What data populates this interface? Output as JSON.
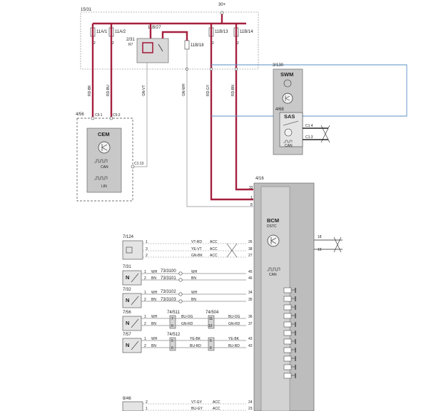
{
  "power": {
    "supply": "30+"
  },
  "fuse_box": {
    "code": "15/31",
    "fuses": [
      "11A/1",
      "11A/2",
      "11B/13",
      "11B/14",
      "11B/18"
    ],
    "relay": {
      "code": "2/31",
      "sub": "R7",
      "ref": "11B/27"
    }
  },
  "wires_top": [
    "RD-BK",
    "RD-BU",
    "GN-VT",
    "GN-WH",
    "RD-GY",
    "RD-BN"
  ],
  "cem": {
    "id": "4/56",
    "title": "CEM",
    "pins": [
      "C5:1",
      "C5:2",
      "C1:13"
    ],
    "bus_can": "CAN",
    "bus_lin": "LIN"
  },
  "swm": {
    "id": "3/130",
    "title": "SWM"
  },
  "sas": {
    "id": "4/68",
    "title": "SAS",
    "pins": [
      "C1:4",
      "C1:3"
    ],
    "bus": "CAN"
  },
  "bcm": {
    "id": "4/16",
    "title": "BCM",
    "sub": "DSTC",
    "bus": "CAN",
    "top_pins": [
      "32",
      "1",
      "8"
    ],
    "right_pins": [
      "18",
      "19"
    ]
  },
  "sensor_7_124": {
    "id": "7/124",
    "rows": [
      {
        "pin": "1",
        "color": "VT-RD",
        "tag": "ACC",
        "bcm": "26"
      },
      {
        "pin": "3",
        "color": "YE-VT",
        "tag": "ACC",
        "bcm": "38"
      },
      {
        "pin": "2",
        "color": "GN-BK",
        "tag": "ACC",
        "bcm": "27"
      }
    ]
  },
  "sensor_7_31": {
    "id": "7/31",
    "glyph": "N",
    "rows": [
      {
        "pin": "1",
        "color": "WH",
        "ref": "73/3100",
        "color2": "WH",
        "bcm": "45"
      },
      {
        "pin": "2",
        "color": "BN",
        "ref": "73/3101",
        "color2": "BN",
        "bcm": "46"
      }
    ]
  },
  "sensor_7_32": {
    "id": "7/32",
    "glyph": "N",
    "rows": [
      {
        "pin": "1",
        "color": "WH",
        "ref": "73/3102",
        "color2": "WH",
        "bcm": "34"
      },
      {
        "pin": "2",
        "color": "BN",
        "ref": "73/3103",
        "color2": "BN",
        "bcm": "35"
      }
    ]
  },
  "sensor_7_56": {
    "id": "7/56",
    "glyph": "N",
    "conn_a": "74/511",
    "conn_b": "74/504",
    "rows": [
      {
        "pin": "1",
        "color": "WH",
        "a": "7",
        "color_mid": "BU-OG",
        "b": "11",
        "color2": "BU-OG",
        "bcm": "36"
      },
      {
        "pin": "2",
        "color": "BN",
        "a": "6",
        "color_mid": "GN-RD",
        "b": "12",
        "color2": "GN-RD",
        "bcm": "37"
      }
    ]
  },
  "sensor_7_57": {
    "id": "7/57",
    "glyph": "N",
    "conn_a": "74/512",
    "rows": [
      {
        "pin": "1",
        "color": "WH",
        "a": "5",
        "color_mid": "YE-BK",
        "b": "5",
        "color2": "YE-BK",
        "bcm": "43"
      },
      {
        "pin": "2",
        "color": "BN",
        "a": "6",
        "color_mid": "BU-RD",
        "b": "6",
        "color2": "BU-RD",
        "bcm": "42"
      }
    ]
  },
  "sensor_8_46": {
    "id": "8/46",
    "rows": [
      {
        "pin": "2",
        "color": "VT-GY",
        "tag": "ACC",
        "bcm": "24"
      },
      {
        "pin": "1",
        "color": "BU-GY",
        "tag": "ACC",
        "bcm": "23"
      }
    ]
  },
  "colors": {
    "power": "#a5203f",
    "signal": "#8a8a8a",
    "can_link": "#5a8fc4",
    "module": "#c8c8c8"
  }
}
